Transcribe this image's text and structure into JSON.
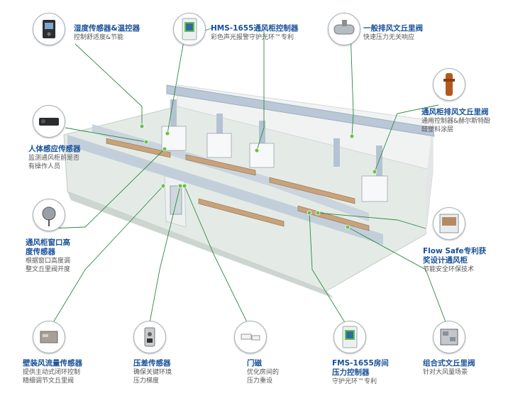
{
  "colors": {
    "title": "#17509a",
    "desc": "#555555",
    "leader": "#2e8a3e",
    "dot": "#6cc04a",
    "duct": "#b9c7d6",
    "floor": "#dfe7e2"
  },
  "callouts": [
    {
      "id": "humidity",
      "icon": "thermostat-icon",
      "title": "湿度传感器&温控器",
      "lines": [
        "控制舒适度&节能"
      ]
    },
    {
      "id": "hms",
      "icon": "controller-icon",
      "title": "HMS-1655通风柜控制器",
      "lines": [
        "彩色声光报警守护光环™专利"
      ]
    },
    {
      "id": "valve",
      "icon": "valve-icon",
      "title": "一般排风文丘里阀",
      "lines": [
        "快速压力无关响应"
      ]
    },
    {
      "id": "presence",
      "icon": "presence-sensor-icon",
      "title": "人体感应传感器",
      "lines": [
        "监测通风柜前是否",
        "有操作人员"
      ]
    },
    {
      "id": "exhaust",
      "icon": "exhaust-valve-icon",
      "title": "通风柜排风文丘里阀",
      "lines": [
        "通用控制器&赫尔斯特酚",
        "醛塑料涂层"
      ]
    },
    {
      "id": "sash",
      "icon": "sash-sensor-icon",
      "title": "通风柜窗口高度传感器",
      "titleLines": [
        "通风柜窗口高",
        "度传感器"
      ],
      "lines": [
        "根据窗口高度调",
        "整文丘里阀开度"
      ]
    },
    {
      "id": "flowsafe",
      "icon": "fume-hood-icon",
      "title": "Flow Safe专利获奖设计通风柜",
      "titleLines": [
        "Flow Safe专利获",
        "奖设计通风柜"
      ],
      "lines": [
        "节能安全环保技术"
      ]
    },
    {
      "id": "wallflow",
      "icon": "flow-sensor-icon",
      "title": "壁装风流量传感器",
      "lines": [
        "提供主动式闭环控制",
        "精细调节文丘里阀"
      ]
    },
    {
      "id": "pressure",
      "icon": "pressure-sensor-icon",
      "title": "压差传感器",
      "lines": [
        "确保关键环境",
        "压力梯度"
      ]
    },
    {
      "id": "door",
      "icon": "door-magnet-icon",
      "title": "门磁",
      "lines": [
        "优化房间的",
        "压力重设"
      ]
    },
    {
      "id": "fms",
      "icon": "room-controller-icon",
      "title": "FMS-1655房间压力控制器",
      "titleLines": [
        "FMS-1655房间",
        "压力控制器"
      ],
      "lines": [
        "守护光环™专利"
      ]
    },
    {
      "id": "combo",
      "icon": "combo-valve-icon",
      "title": "组合式文丘里阀",
      "lines": [
        "针对大风量场景"
      ]
    }
  ]
}
